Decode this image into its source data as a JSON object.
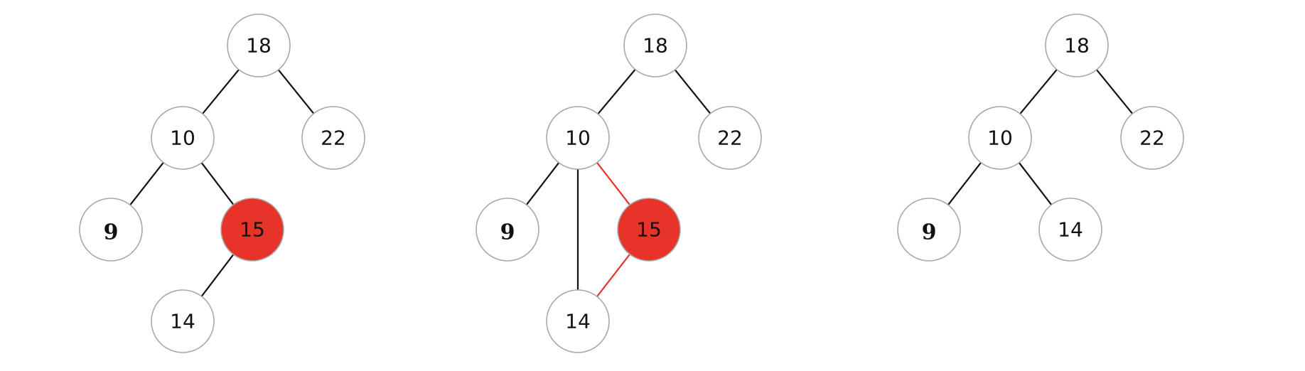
{
  "colors": {
    "node_fill": "#ffffff",
    "node_stroke": "#a8a8a8",
    "edge": "#111111",
    "highlight": "#e8332a"
  },
  "trees": [
    {
      "id": "before",
      "nodes": [
        {
          "id": "n18",
          "label": "18"
        },
        {
          "id": "n10",
          "label": "10"
        },
        {
          "id": "n22",
          "label": "22"
        },
        {
          "id": "n9",
          "label": "9"
        },
        {
          "id": "n15",
          "label": "15",
          "highlighted": true
        },
        {
          "id": "n14",
          "label": "14"
        }
      ],
      "edges": [
        {
          "from": "n18",
          "to": "n10"
        },
        {
          "from": "n18",
          "to": "n22"
        },
        {
          "from": "n10",
          "to": "n9"
        },
        {
          "from": "n10",
          "to": "n15"
        },
        {
          "from": "n15",
          "to": "n14"
        }
      ]
    },
    {
      "id": "relinking",
      "nodes": [
        {
          "id": "n18",
          "label": "18"
        },
        {
          "id": "n10",
          "label": "10"
        },
        {
          "id": "n22",
          "label": "22"
        },
        {
          "id": "n9",
          "label": "9"
        },
        {
          "id": "n15",
          "label": "15",
          "highlighted": true
        },
        {
          "id": "n14",
          "label": "14"
        }
      ],
      "edges": [
        {
          "from": "n18",
          "to": "n10"
        },
        {
          "from": "n18",
          "to": "n22"
        },
        {
          "from": "n10",
          "to": "n9"
        },
        {
          "from": "n10",
          "to": "n14"
        },
        {
          "from": "n10",
          "to": "n15",
          "highlighted": true
        },
        {
          "from": "n15",
          "to": "n14",
          "highlighted": true
        }
      ]
    },
    {
      "id": "after",
      "nodes": [
        {
          "id": "n18",
          "label": "18"
        },
        {
          "id": "n10",
          "label": "10"
        },
        {
          "id": "n22",
          "label": "22"
        },
        {
          "id": "n9",
          "label": "9"
        },
        {
          "id": "n14",
          "label": "14"
        }
      ],
      "edges": [
        {
          "from": "n18",
          "to": "n10"
        },
        {
          "from": "n18",
          "to": "n22"
        },
        {
          "from": "n10",
          "to": "n9"
        },
        {
          "from": "n10",
          "to": "n14"
        }
      ]
    }
  ]
}
